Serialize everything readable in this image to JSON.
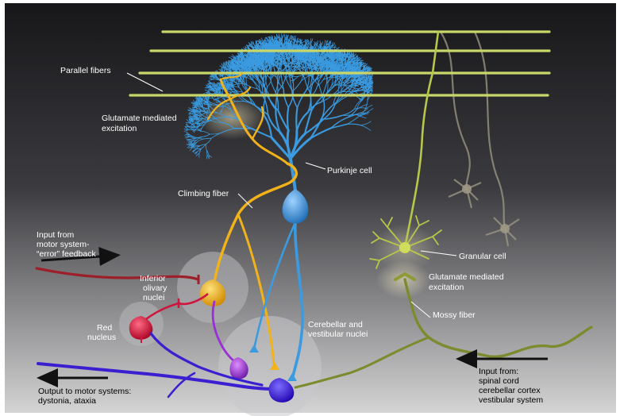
{
  "labels": {
    "parallel_fibers": "Parallel fibers",
    "glutamate_top_1": "Glutamate mediated",
    "glutamate_top_2": "excitation",
    "purkinje_cell": "Purkinje cell",
    "climbing_fiber": "Climbing fiber",
    "input_motor_1": "Input from",
    "input_motor_2": "motor system-",
    "input_motor_3": "“error” feedback",
    "inferior_olivary_1": "Inferior",
    "inferior_olivary_2": "olivary",
    "inferior_olivary_3": "nuclei",
    "red_nucleus_1": "Red",
    "red_nucleus_2": "nucleus",
    "granular_cell": "Granular cell",
    "glutamate_mid_1": "Glutamate mediated",
    "glutamate_mid_2": "excitation",
    "mossy_fiber": "Mossy fiber",
    "cerebellar_vestibular_1": "Cerebellar and",
    "cerebellar_vestibular_2": "vestibular nuclei",
    "input_spinal_1": "Input from:",
    "input_spinal_2": "spinal cord",
    "input_spinal_3": "cerebellar cortex",
    "input_spinal_4": "vestibular system",
    "output_motor_1": "Output to motor systems:",
    "output_motor_2": "dystonia, ataxia"
  },
  "colors": {
    "purkinje": "#3b9be0",
    "climbing_fiber": "#f2b21a",
    "parallel_fiber": "#c9d66a",
    "granular": "#b8c64a",
    "mossy_fiber": "#7d8a2e",
    "red_nucleus": "#d0143c",
    "motor_input": "#9c1f2a",
    "nuclear_output": "#3a1fd0",
    "purple_neuron": "#9a2fd6",
    "background_top": "#1b1b1e",
    "background_bottom": "#c9c9c9"
  }
}
